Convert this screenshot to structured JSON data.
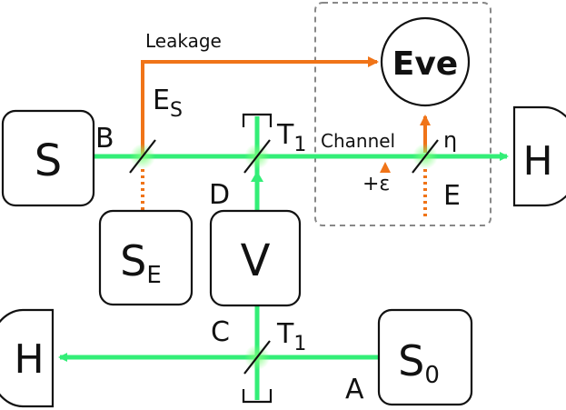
{
  "colors": {
    "beam": "#33ee77",
    "leak": "#f07418",
    "ink": "#111111",
    "eve_region": "#888888"
  },
  "labels": {
    "source_s": "S",
    "source_se_main": "S",
    "source_se_sub": "E",
    "source_s0_main": "S",
    "source_s0_sub": "0",
    "v_box": "V",
    "eve": "Eve",
    "detector_right": "H",
    "detector_left": "H",
    "leakage": "Leakage",
    "es_main": "E",
    "es_sub": "S",
    "port_b": "B",
    "port_d": "D",
    "port_c": "C",
    "port_a": "A",
    "port_e": "E",
    "t1_top_main": "T",
    "t1_top_sub": "1",
    "t1_bottom_main": "T",
    "t1_bottom_sub": "1",
    "channel": "Channel",
    "eta": "η",
    "noise": "+ε"
  },
  "icons": {
    "beam_splitter": "diagonal-line",
    "detector": "half-dome-detector",
    "mirror_bracket": "bracket"
  }
}
